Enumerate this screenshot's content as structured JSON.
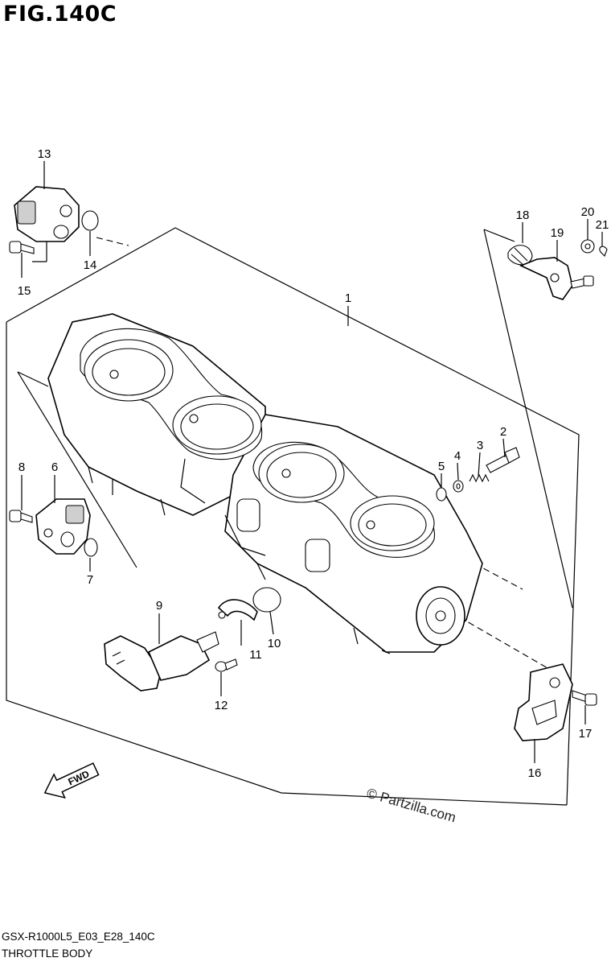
{
  "figure": {
    "title": "FIG.140C",
    "model_code": "GSX-R1000L5_E03_E28_140C",
    "subtitle": "THROTTLE BODY",
    "watermark": "© Partzilla.com",
    "fwd_label": "FWD"
  },
  "callouts": [
    {
      "id": "1",
      "label": "1"
    },
    {
      "id": "2",
      "label": "2"
    },
    {
      "id": "3",
      "label": "3"
    },
    {
      "id": "4",
      "label": "4"
    },
    {
      "id": "5",
      "label": "5"
    },
    {
      "id": "6",
      "label": "6"
    },
    {
      "id": "7",
      "label": "7"
    },
    {
      "id": "8",
      "label": "8"
    },
    {
      "id": "9",
      "label": "9"
    },
    {
      "id": "10",
      "label": "10"
    },
    {
      "id": "11",
      "label": "11"
    },
    {
      "id": "12",
      "label": "12"
    },
    {
      "id": "13",
      "label": "13"
    },
    {
      "id": "14",
      "label": "14"
    },
    {
      "id": "15",
      "label": "15"
    },
    {
      "id": "16",
      "label": "16"
    },
    {
      "id": "17",
      "label": "17"
    },
    {
      "id": "18",
      "label": "18"
    },
    {
      "id": "19",
      "label": "19"
    },
    {
      "id": "20",
      "label": "20"
    },
    {
      "id": "21",
      "label": "21"
    }
  ]
}
